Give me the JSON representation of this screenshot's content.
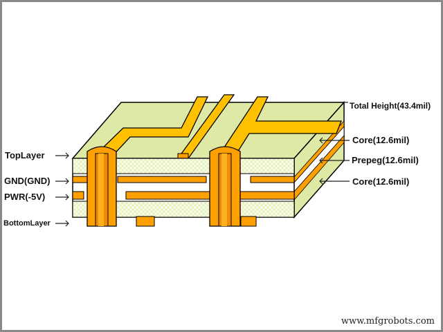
{
  "labels_left": [
    "TopLayer",
    "GND(GND)",
    "PWR(-5V)",
    "BottomLayer"
  ],
  "labels_right": [
    "Total Height(43.4mil)",
    "Core(12.6mil)",
    "Prepeg(12.6mil)",
    "Core(12.6mil)"
  ],
  "watermark": "www.mfgrobots.com",
  "colors": {
    "copper": "#ffa000",
    "copper_top": "#ffc000",
    "core": "#e4eeb0",
    "outline": "#000000"
  }
}
